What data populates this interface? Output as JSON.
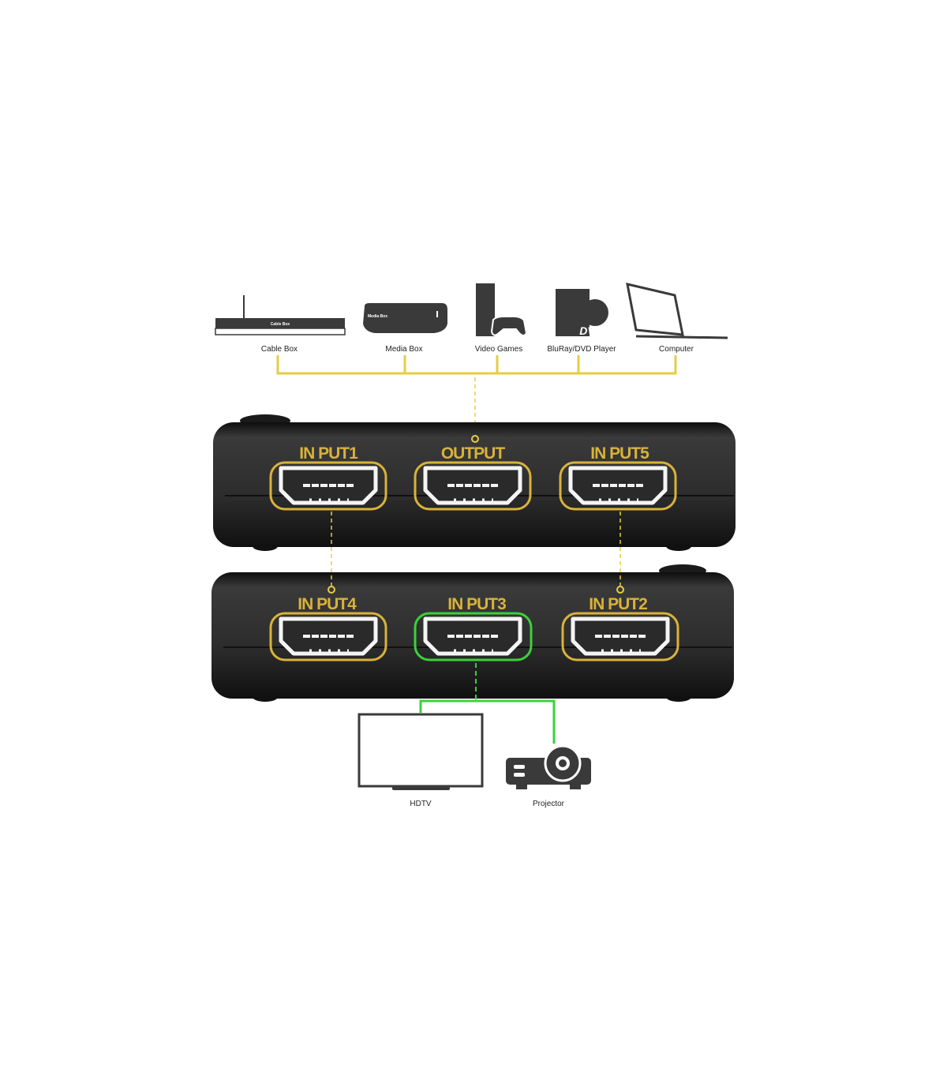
{
  "colors": {
    "bus": "#e6cd45",
    "port_label": "#d9b23a",
    "active": "#3ad13a",
    "device_body": "#1c1c1c",
    "icon": "#3a3a3a"
  },
  "sources": [
    {
      "label": "Cable Box",
      "icon": "cable-box-icon",
      "icon_text": "Cable Box"
    },
    {
      "label": "Media Box",
      "icon": "media-box-icon",
      "icon_text": "Media Box"
    },
    {
      "label": "Video Games",
      "icon": "game-console-icon"
    },
    {
      "label": "BluRay/DVD Player",
      "icon": "dvd-player-icon",
      "icon_text": "DVD"
    },
    {
      "label": "Computer",
      "icon": "laptop-icon"
    }
  ],
  "switch_top": {
    "ports": [
      "IN PUT1",
      "OUTPUT",
      "IN PUT5"
    ]
  },
  "switch_bottom": {
    "ports": [
      "IN PUT4",
      "IN PUT3",
      "IN PUT2"
    ],
    "active_port": "IN PUT3"
  },
  "displays": [
    {
      "label": "HDTV",
      "icon": "tv-icon"
    },
    {
      "label": "Projector",
      "icon": "projector-icon"
    }
  ]
}
